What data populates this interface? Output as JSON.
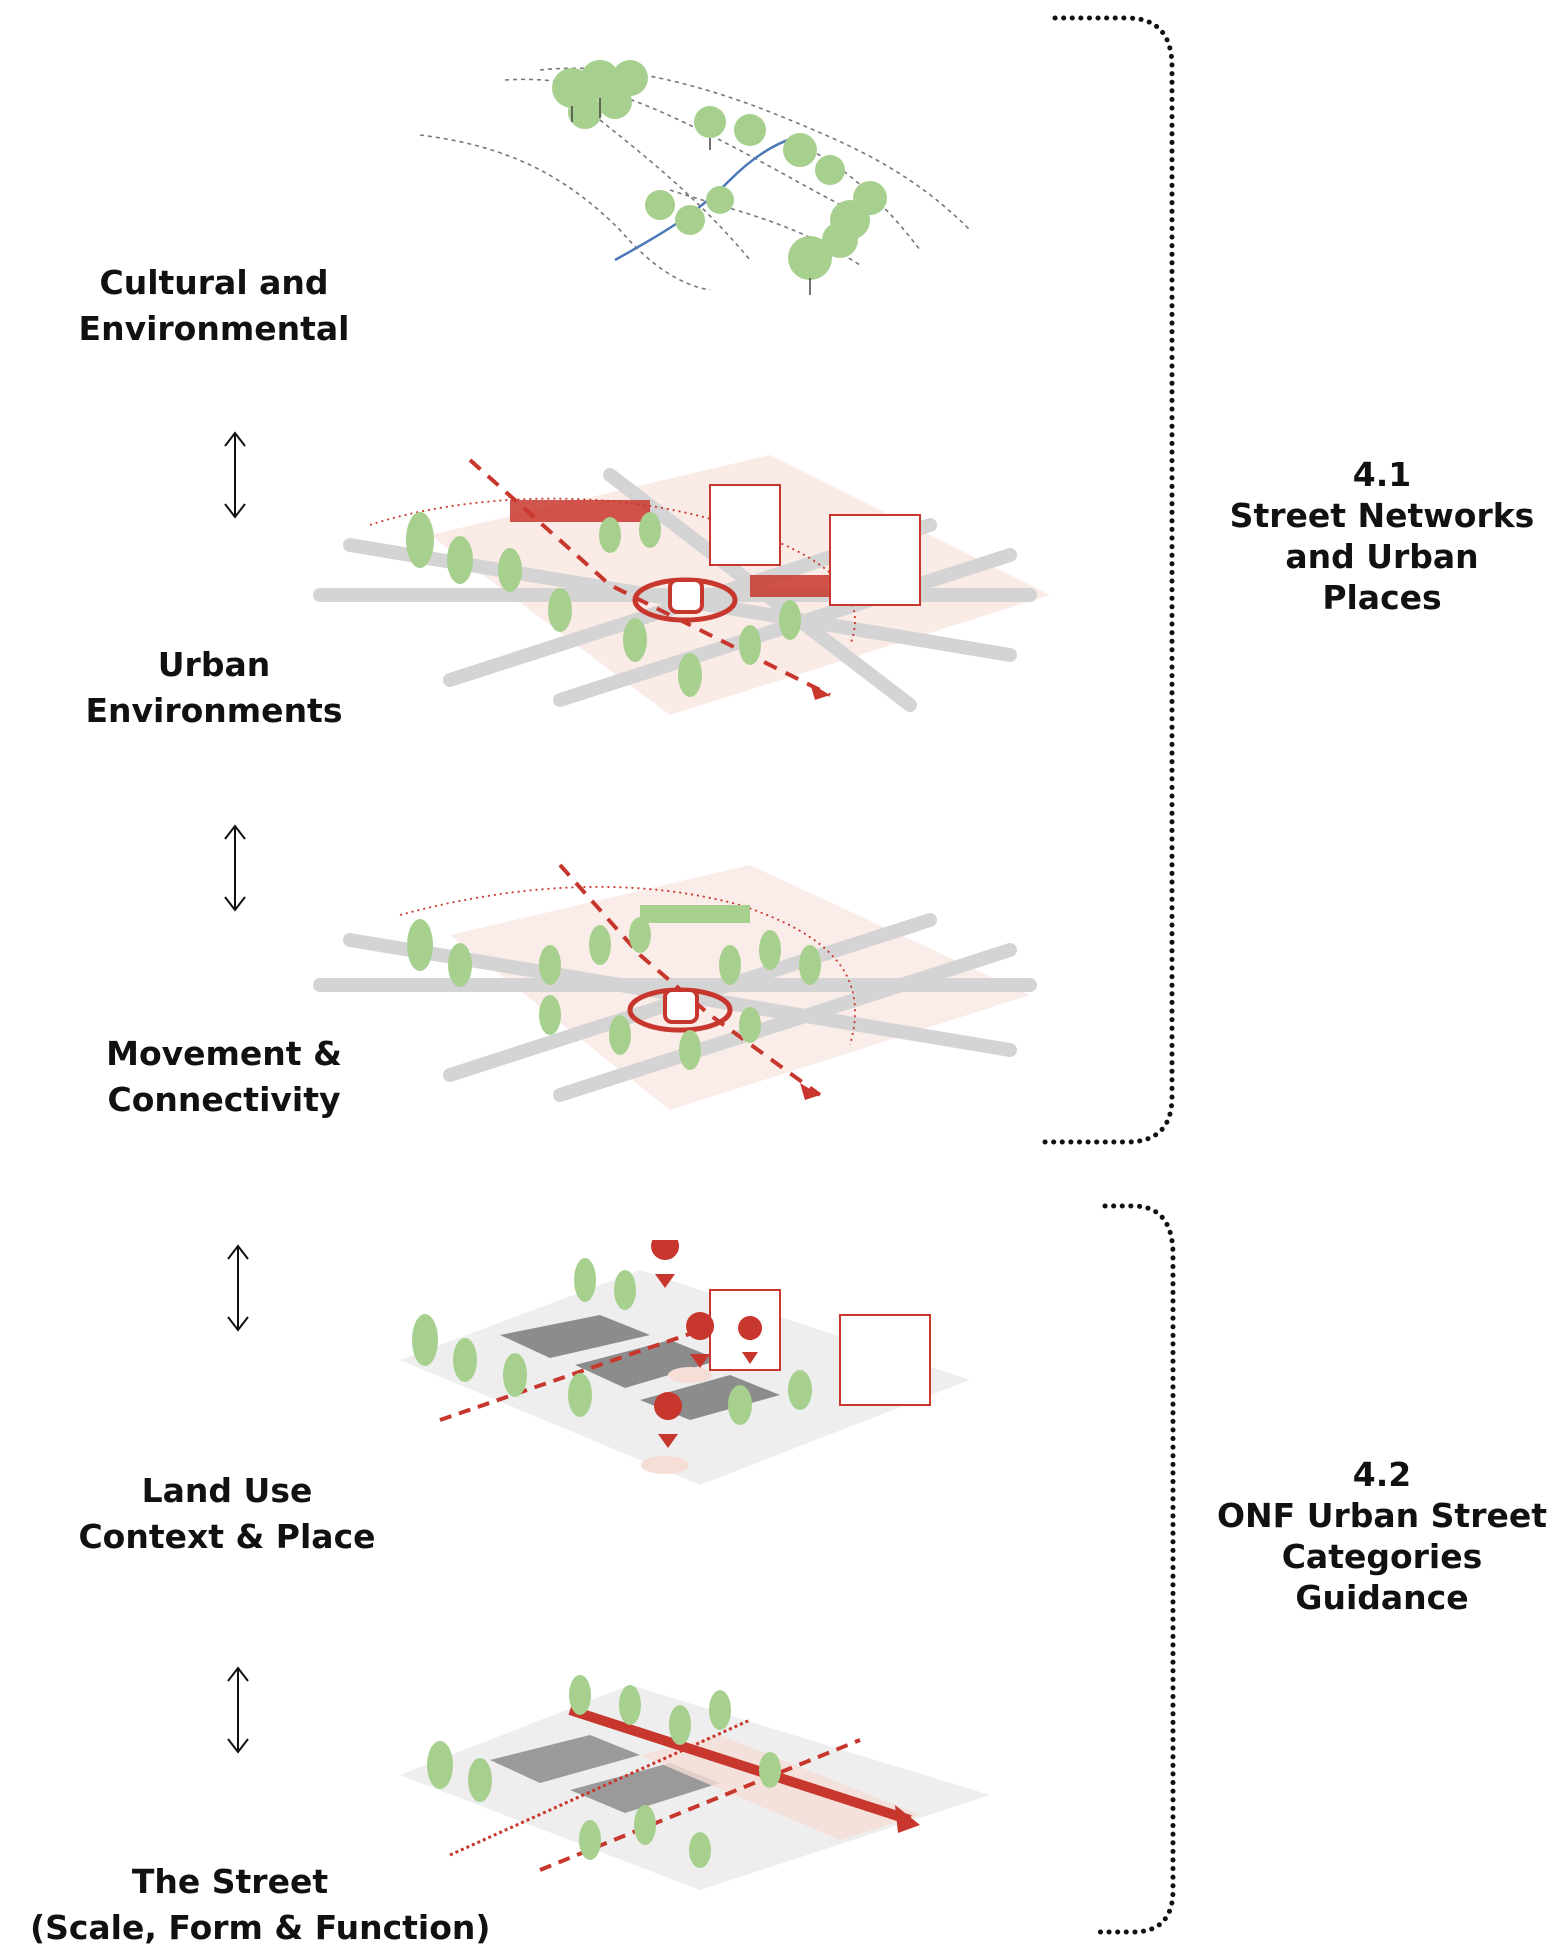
{
  "layers": [
    {
      "line1": "Cultural and",
      "line2": "Environmental"
    },
    {
      "line1": "Urban",
      "line2": "Environments"
    },
    {
      "line1": "Movement &",
      "line2": "Connectivity"
    },
    {
      "line1": "Land Use",
      "line2": "Context & Place"
    },
    {
      "line1": "The Street",
      "line2": "(Scale, Form & Function)"
    }
  ],
  "sections": [
    {
      "number": "4.1",
      "lines": [
        "Street Networks",
        "and Urban",
        "Places"
      ]
    },
    {
      "number": "4.2",
      "lines": [
        "ONF Urban Street",
        "Categories",
        "Guidance"
      ]
    }
  ],
  "colors": {
    "tree_green": "#a7d08f",
    "tree_green_light": "#cfe6bd",
    "road_grey": "#d4d4d4",
    "accent_red": "#c8372d",
    "pale_red": "#f6ddd6",
    "text": "#111111"
  },
  "icons": [
    "double-arrow-icon",
    "train-icon",
    "location-pin-icon",
    "tree-icon"
  ]
}
